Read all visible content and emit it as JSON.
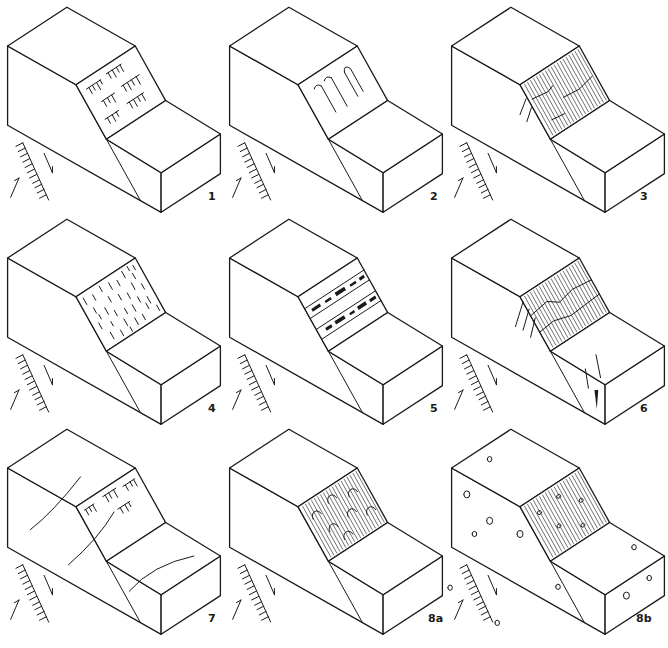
{
  "diagram": {
    "labels": [
      "1",
      "2",
      "3",
      "4",
      "5",
      "6",
      "7",
      "8a",
      "8b"
    ]
  }
}
